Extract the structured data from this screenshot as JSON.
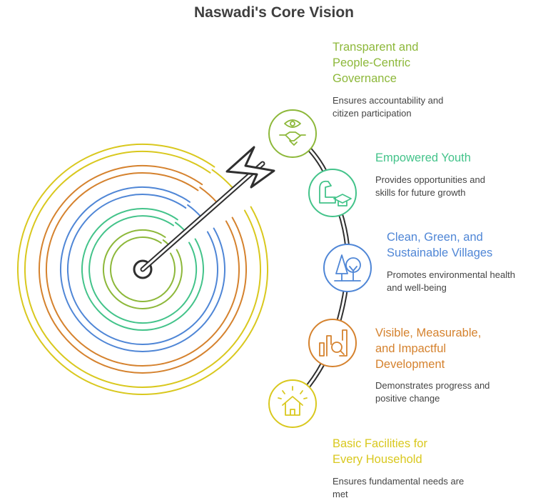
{
  "title": "Naswadi's Core Vision",
  "colors": {
    "yellow": "#d9c81e",
    "olive": "#8db83a",
    "green": "#43c38a",
    "blue": "#4f86d6",
    "orange": "#d5822e",
    "dark": "#2f2f2f"
  },
  "items": [
    {
      "title": "Transparent and People-Centric Governance",
      "description": "Ensures accountability and citizen participation",
      "color": "#8db83a",
      "icon": "eye-handshake-icon"
    },
    {
      "title": "Empowered Youth",
      "description": "Provides opportunities and skills for future growth",
      "color": "#43c38a",
      "icon": "arm-graduation-cap-icon"
    },
    {
      "title": "Clean, Green, and Sustainable Villages",
      "description": "Promotes environmental health and well-being",
      "color": "#4f86d6",
      "icon": "trees-icon"
    },
    {
      "title": "Visible, Measurable, and Impactful Development",
      "description": "Demonstrates progress and positive change",
      "color": "#d5822e",
      "icon": "chart-magnifier-icon"
    },
    {
      "title": "Basic Facilities for Every Household",
      "description": "Ensures fundamental needs are met",
      "color": "#d9c81e",
      "icon": "house-icon"
    }
  ]
}
